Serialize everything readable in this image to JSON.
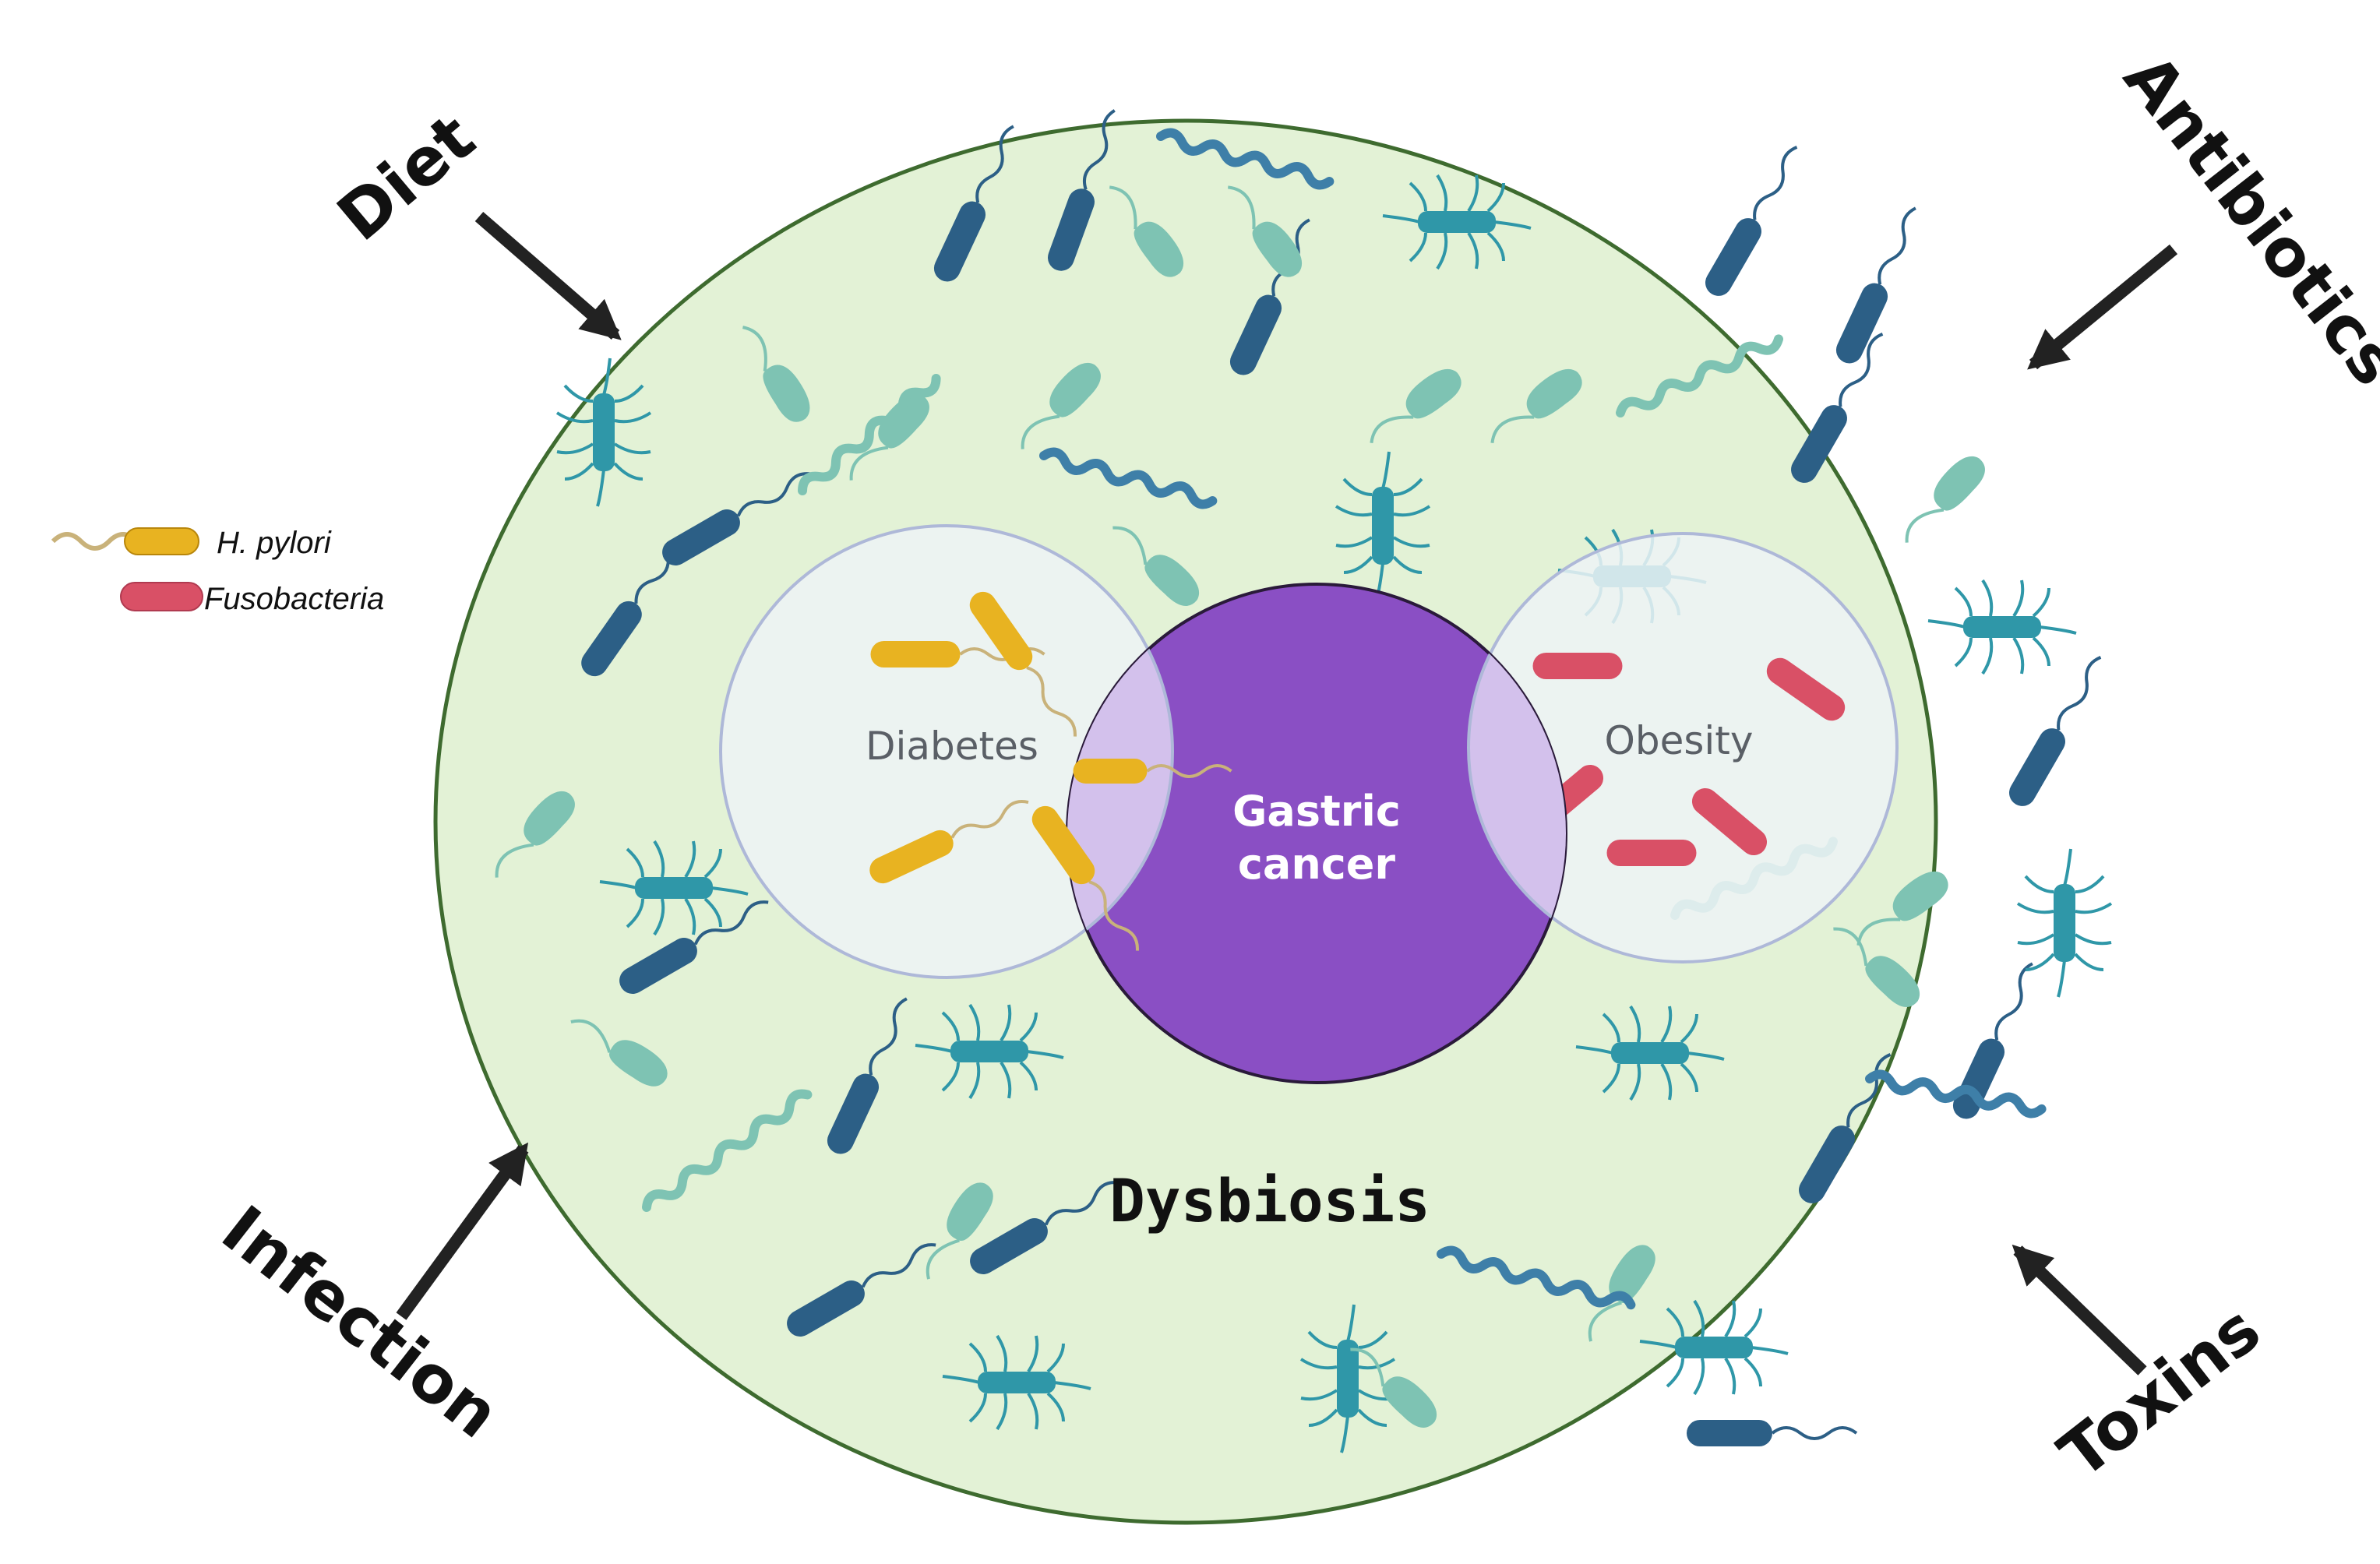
{
  "labels": {
    "diet": "Diet",
    "antibiotics": "Antibiotics",
    "infection": "Infection",
    "toxins": "Toxins",
    "diabetes": "Diabetes",
    "obesity": "Obesity",
    "gastric_line1": "Gastric",
    "gastric_line2": "cancer",
    "dysbiosis": "Dysbiosis"
  },
  "legend": [
    {
      "label": "H. pylori",
      "color": "#e8b321"
    },
    {
      "label": "Fusobacteria",
      "color": "#d95066"
    }
  ],
  "colors": {
    "outer_fill": "#e3f2d6",
    "outer_stroke": "#3e6b2f",
    "center_fill": "#8a4fc4",
    "overlay_fill": "#edf3f6",
    "overlay_stroke": "#aeb8d8",
    "bacteria_dark": "#2c5f86",
    "bacteria_teal": "#2f97a8",
    "bacteria_light": "#7ec3b3",
    "spirochete": "#3e7fa8"
  }
}
